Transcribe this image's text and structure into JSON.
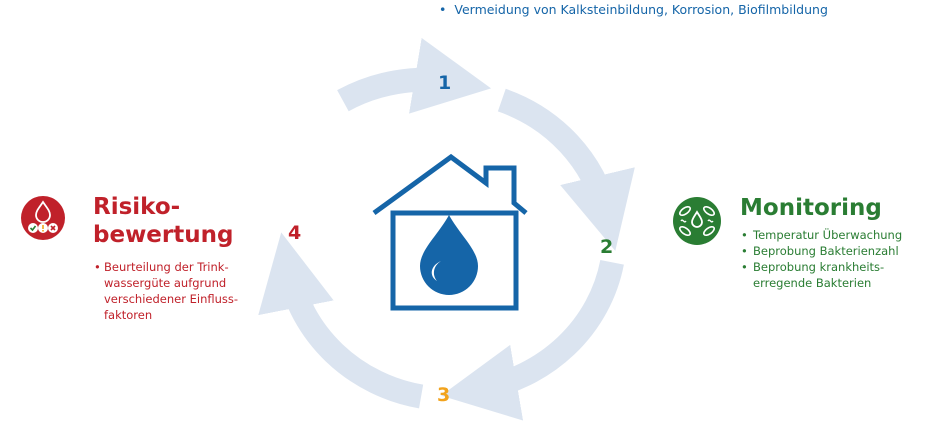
{
  "top": {
    "bullet": "Vermeidung von Kalksteinbildung, Korrosion, Biofilmbildung"
  },
  "steps": [
    {
      "label": "1",
      "color": "#1565a8"
    },
    {
      "label": "2",
      "color": "#2a7d33"
    },
    {
      "label": "3",
      "color": "#f2a31d"
    },
    {
      "label": "4",
      "color": "#c0212a"
    }
  ],
  "colors": {
    "cycle_arrow": "#dbe4f0",
    "house": "#1565a8",
    "risk": "#c0212a",
    "monitoring": "#2a7d33"
  },
  "risk": {
    "icon": "water-drop-risk-icon",
    "title_line1": "Risiko-",
    "title_line2": "bewertung",
    "items": [
      {
        "line1": "Beurteilung der Trink-",
        "line2": "wassergüte aufgrund",
        "line3": "verschiedener Einfluss-",
        "line4": "faktoren"
      }
    ]
  },
  "monitoring": {
    "icon": "bacteria-monitoring-icon",
    "title": "Monitoring",
    "items": [
      {
        "line1": "Temperatur Überwachung"
      },
      {
        "line1": "Beprobung Bakterienzahl"
      },
      {
        "line1": "Beprobung krankheits-",
        "line2": "erregende Bakterien"
      }
    ]
  }
}
